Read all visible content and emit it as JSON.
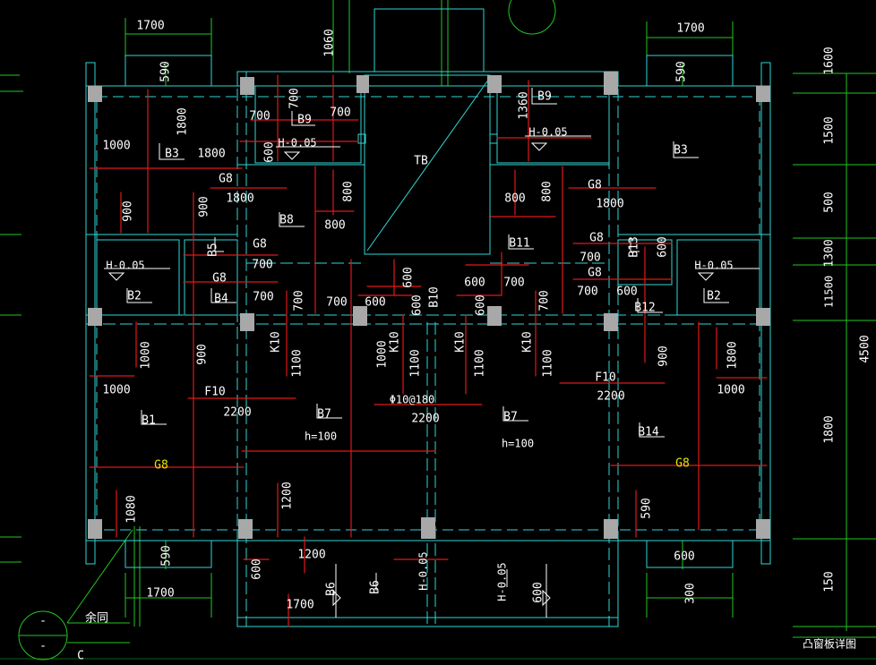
{
  "colors": {
    "background": "#000000",
    "wall": "#2fd6d6",
    "dim": "#22c622",
    "rebar": "#e01818",
    "text": "#ffffff",
    "label_yellow": "#e6e600",
    "column": "#a8a8a8"
  },
  "labels": [
    {
      "t": "1700",
      "c": "text"
    },
    {
      "t": "1700",
      "c": "text"
    },
    {
      "t": "1060",
      "c": "text",
      "r": true
    },
    {
      "t": "590",
      "c": "text",
      "r": true
    },
    {
      "t": "590",
      "c": "text",
      "r": true
    },
    {
      "t": "1800",
      "c": "text",
      "r": true
    },
    {
      "t": "1000",
      "c": "text"
    },
    {
      "t": "B3",
      "c": "text"
    },
    {
      "t": "1800",
      "c": "text"
    },
    {
      "t": "G8",
      "c": "text"
    },
    {
      "t": "1800",
      "c": "text"
    },
    {
      "t": "900",
      "c": "text",
      "r": true
    },
    {
      "t": "900",
      "c": "text",
      "r": true
    },
    {
      "t": "B8",
      "c": "text"
    },
    {
      "t": "700",
      "c": "text"
    },
    {
      "t": "B9",
      "c": "text"
    },
    {
      "t": "700",
      "c": "text"
    },
    {
      "t": "700",
      "c": "text",
      "r": true
    },
    {
      "t": "H-0.05",
      "c": "text"
    },
    {
      "t": "600",
      "c": "text",
      "r": true
    },
    {
      "t": "800",
      "c": "text",
      "r": true
    },
    {
      "t": "800",
      "c": "text"
    },
    {
      "t": "TB",
      "c": "text"
    },
    {
      "t": "B9",
      "c": "text"
    },
    {
      "t": "1360",
      "c": "text",
      "r": true
    },
    {
      "t": "H-0.05",
      "c": "text"
    },
    {
      "t": "B3",
      "c": "text"
    },
    {
      "t": "800",
      "c": "text"
    },
    {
      "t": "800",
      "c": "text",
      "r": true
    },
    {
      "t": "G8",
      "c": "text"
    },
    {
      "t": "1800",
      "c": "text"
    },
    {
      "t": "B11",
      "c": "text"
    },
    {
      "t": "G8",
      "c": "text"
    },
    {
      "t": "700",
      "c": "text"
    },
    {
      "t": "G8",
      "c": "text"
    },
    {
      "t": "700",
      "c": "text"
    },
    {
      "t": "B13",
      "c": "text",
      "r": true
    },
    {
      "t": "600",
      "c": "text",
      "r": true
    },
    {
      "t": "600",
      "c": "text"
    },
    {
      "t": "H-0.05",
      "c": "text"
    },
    {
      "t": "B2",
      "c": "text"
    },
    {
      "t": "H-0.05",
      "c": "text"
    },
    {
      "t": "B2",
      "c": "text"
    },
    {
      "t": "B5",
      "c": "text",
      "r": true
    },
    {
      "t": "G8",
      "c": "text"
    },
    {
      "t": "700",
      "c": "text"
    },
    {
      "t": "G8",
      "c": "text"
    },
    {
      "t": "B4",
      "c": "text"
    },
    {
      "t": "700",
      "c": "text"
    },
    {
      "t": "700",
      "c": "text",
      "r": true
    },
    {
      "t": "700",
      "c": "text"
    },
    {
      "t": "600",
      "c": "text"
    },
    {
      "t": "600",
      "c": "text",
      "r": true
    },
    {
      "t": "600",
      "c": "text",
      "r": true
    },
    {
      "t": "B10",
      "c": "text",
      "r": true
    },
    {
      "t": "600",
      "c": "text"
    },
    {
      "t": "700",
      "c": "text"
    },
    {
      "t": "600",
      "c": "text",
      "r": true
    },
    {
      "t": "700",
      "c": "text",
      "r": true
    },
    {
      "t": "B12",
      "c": "text"
    },
    {
      "t": "K10",
      "c": "text",
      "r": true
    },
    {
      "t": "1100",
      "c": "text",
      "r": true
    },
    {
      "t": "K10",
      "c": "text",
      "r": true
    },
    {
      "t": "1100",
      "c": "text",
      "r": true
    },
    {
      "t": "K10",
      "c": "text",
      "r": true
    },
    {
      "t": "1100",
      "c": "text",
      "r": true
    },
    {
      "t": "K10",
      "c": "text",
      "r": true
    },
    {
      "t": "1100",
      "c": "text",
      "r": true
    },
    {
      "t": "1000",
      "c": "text",
      "r": true
    },
    {
      "t": "900",
      "c": "text",
      "r": true
    },
    {
      "t": "1000",
      "c": "text"
    },
    {
      "t": "F10",
      "c": "text"
    },
    {
      "t": "2200",
      "c": "text"
    },
    {
      "t": "B1",
      "c": "text"
    },
    {
      "t": "B7",
      "c": "text"
    },
    {
      "t": "h=100",
      "c": "text"
    },
    {
      "t": "Φ10@180",
      "c": "text"
    },
    {
      "t": "2200",
      "c": "text"
    },
    {
      "t": "B7",
      "c": "text"
    },
    {
      "t": "h=100",
      "c": "text"
    },
    {
      "t": "F10",
      "c": "text"
    },
    {
      "t": "2200",
      "c": "text"
    },
    {
      "t": "B14",
      "c": "text"
    },
    {
      "t": "900",
      "c": "text",
      "r": true
    },
    {
      "t": "1800",
      "c": "text",
      "r": true
    },
    {
      "t": "1000",
      "c": "text"
    },
    {
      "t": "G8",
      "c": "label_yellow"
    },
    {
      "t": "G8",
      "c": "label_yellow"
    },
    {
      "t": "1000",
      "c": "text",
      "r": true
    },
    {
      "t": "1200",
      "c": "text",
      "r": true
    },
    {
      "t": "1080",
      "c": "text",
      "r": true
    },
    {
      "t": "590",
      "c": "text",
      "r": true
    },
    {
      "t": "590",
      "c": "text",
      "r": true
    },
    {
      "t": "600",
      "c": "text"
    },
    {
      "t": "600",
      "c": "text",
      "r": true
    },
    {
      "t": "1200",
      "c": "text"
    },
    {
      "t": "H-0.05",
      "c": "text",
      "r": true
    },
    {
      "t": "B6",
      "c": "text",
      "r": true
    },
    {
      "t": "B6",
      "c": "text",
      "r": true
    },
    {
      "t": "H-0.05",
      "c": "text",
      "r": true
    },
    {
      "t": "600",
      "c": "text",
      "r": true
    },
    {
      "t": "1700",
      "c": "text"
    },
    {
      "t": "1700",
      "c": "text"
    },
    {
      "t": "300",
      "c": "text",
      "r": true
    },
    {
      "t": "1600",
      "c": "text",
      "r": true
    },
    {
      "t": "1500",
      "c": "text",
      "r": true
    },
    {
      "t": "500",
      "c": "text",
      "r": true
    },
    {
      "t": "1300",
      "c": "text",
      "r": true
    },
    {
      "t": "11500",
      "c": "text",
      "r": true
    },
    {
      "t": "4500",
      "c": "text",
      "r": true
    },
    {
      "t": "1800",
      "c": "text",
      "r": true
    },
    {
      "t": "150",
      "c": "text",
      "r": true
    },
    {
      "t": "凸窗板详图",
      "c": "text"
    },
    {
      "t": "余同",
      "c": "text"
    },
    {
      "t": "C",
      "c": "text"
    },
    {
      "t": "-",
      "c": "text"
    },
    {
      "t": "-",
      "c": "text"
    }
  ]
}
